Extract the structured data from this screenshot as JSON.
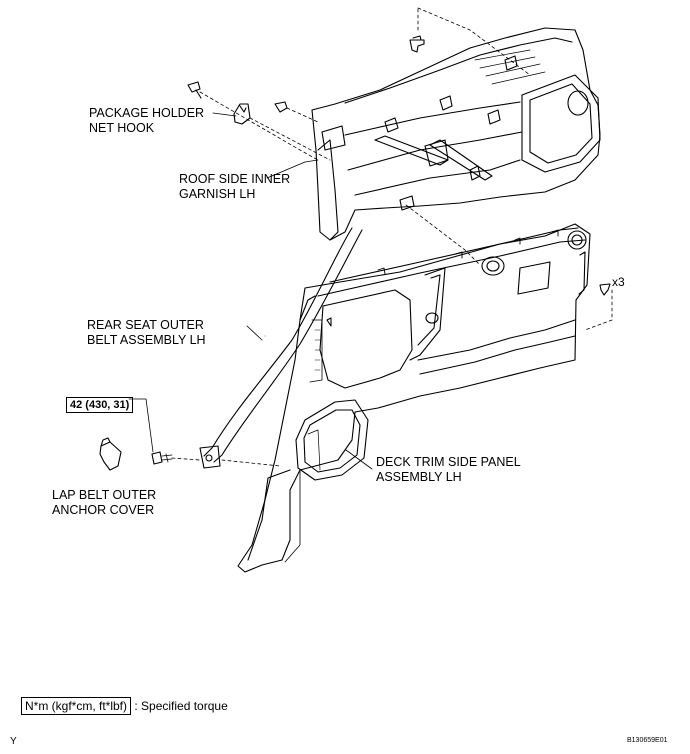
{
  "labels": {
    "package_holder": [
      "PACKAGE HOLDER",
      "NET HOOK"
    ],
    "roof_side": [
      "ROOF SIDE INNER",
      "GARNISH LH"
    ],
    "rear_seat": [
      "REAR SEAT OUTER",
      "BELT ASSEMBLY LH"
    ],
    "deck_trim": [
      "DECK TRIM SIDE PANEL",
      "ASSEMBLY LH"
    ],
    "lap_belt": [
      "LAP BELT OUTER",
      "ANCHOR COVER"
    ],
    "clip_count": "x3",
    "torque_value": "42 (430, 31)"
  },
  "legend": {
    "unit": "N*m (kgf*cm, ft*lbf)",
    "text": ": Specified torque"
  },
  "footer": {
    "left_mark": "Y",
    "figure_code": "B130659E01"
  }
}
